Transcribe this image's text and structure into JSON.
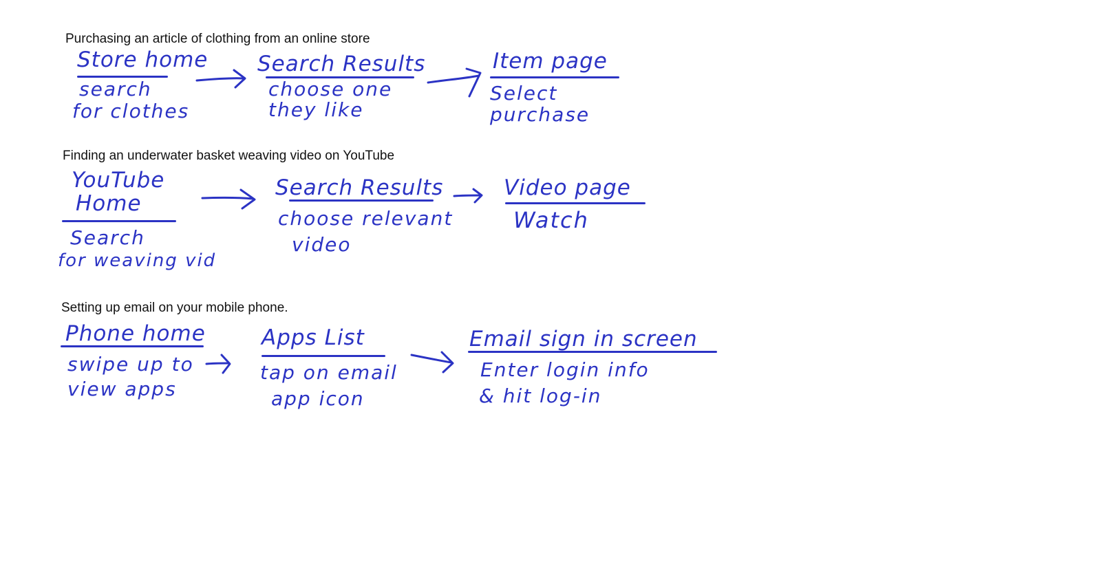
{
  "scenarios": [
    {
      "title": "Purchasing an article of clothing from an online store",
      "steps": [
        {
          "heading": "Store home",
          "action_line1": "search",
          "action_line2": "for clothes"
        },
        {
          "heading": "Search Results",
          "action_line1": "choose one",
          "action_line2": "they like"
        },
        {
          "heading": "Item page",
          "action_line1": "Select",
          "action_line2": "purchase"
        }
      ]
    },
    {
      "title": "Finding an underwater basket weaving video on YouTube",
      "steps": [
        {
          "heading_line1": "YouTube",
          "heading_line2": "Home",
          "action_line1": "Search",
          "action_line2": "for weaving vid"
        },
        {
          "heading": "Search Results",
          "action_line1": "choose relevant",
          "action_line2": "video"
        },
        {
          "heading": "Video page",
          "action_line1": "Watch"
        }
      ]
    },
    {
      "title": "Setting up email on your mobile phone.",
      "steps": [
        {
          "heading": "Phone home",
          "action_line1": "swipe up to",
          "action_line2": "view apps"
        },
        {
          "heading": "Apps List",
          "action_line1": "tap on email",
          "action_line2": "app icon"
        },
        {
          "heading": "Email sign in screen",
          "action_line1": "Enter login info",
          "action_line2": "& hit log-in"
        }
      ]
    }
  ],
  "colors": {
    "ink": "#2b33c4",
    "title_text": "#111111",
    "background": "#ffffff"
  }
}
